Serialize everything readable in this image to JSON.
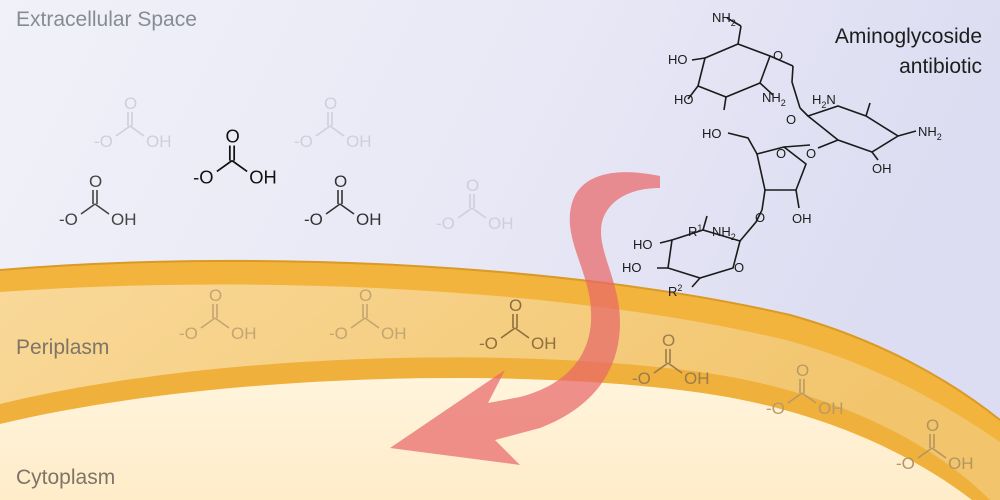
{
  "regions": {
    "extracellular": "Extracellular Space",
    "periplasm": "Periplasm",
    "cytoplasm": "Cytoplasm"
  },
  "antibiotic": {
    "title_line1": "Aminoglycoside",
    "title_line2": "antibiotic"
  },
  "structure_labels": {
    "nh2": "NH",
    "h2n": "H",
    "ho": "HO",
    "oh": "OH",
    "o": "O",
    "r1": "R",
    "r2": "R",
    "sub2": "2",
    "one": "1"
  },
  "bicarbonate": {
    "o": "O",
    "o_minus": "-O",
    "oh": "OH"
  },
  "colors": {
    "background_top": "#e9e9f6",
    "membrane_gold": "#f0b43c",
    "periplasm": "#f6cd7e",
    "cytoplasm": "#fff0d2",
    "arrow": "#e8686a"
  }
}
